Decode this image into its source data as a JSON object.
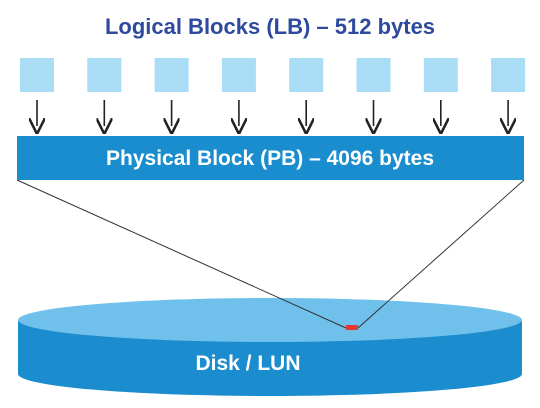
{
  "title": "Logical Blocks (LB) – 512 bytes",
  "physical_block": {
    "label": "Physical Block (PB) – 4096 bytes"
  },
  "disk": {
    "label": "Disk / LUN"
  },
  "logical_block_count": 8,
  "colors": {
    "title": "#2e4a9e",
    "logical_block": "#a9dcf5",
    "physical_block": "#1a8dcf",
    "disk_top": "#6fc0ea",
    "disk_side": "#1b8ccd",
    "marker": "#e8392f",
    "arrow": "#222222",
    "lines": "#333333"
  }
}
